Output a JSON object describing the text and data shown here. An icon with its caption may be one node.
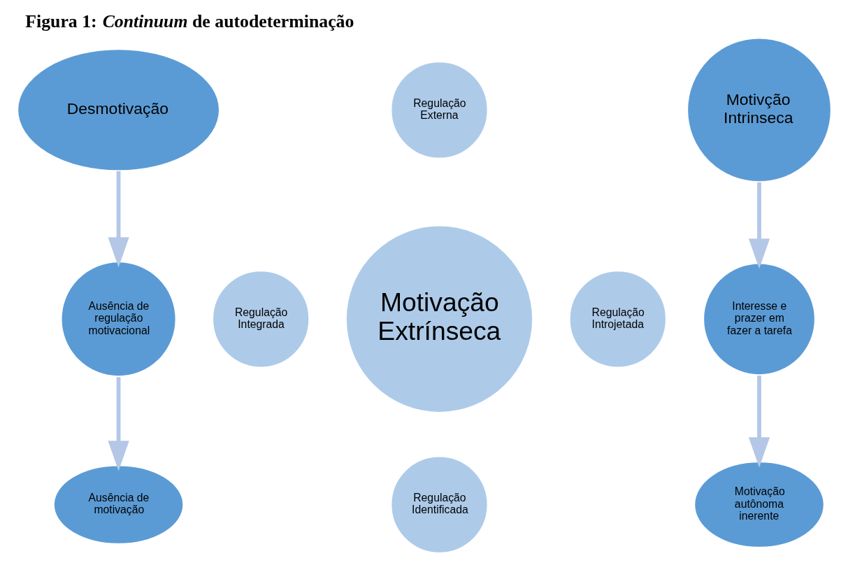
{
  "diagram": {
    "title": "Figura 1: *Continuum* de autodeterminação",
    "nodes": [
      {
        "text": [
          "Desmotivação"
        ]
      },
      {
        "text": [
          "Ausência de regulação motivacional"
        ]
      },
      {
        "text": [
          "Ausência de motivação"
        ]
      },
      {
        "text": [
          "Motivação Extrínseca"
        ]
      },
      {
        "text": [
          "Regulação Externa"
        ]
      },
      {
        "text": [
          "Regulação Integrada"
        ]
      },
      {
        "text": [
          "Regulação Introjetada"
        ]
      },
      {
        "text": [
          "Regulação Identificada"
        ]
      },
      {
        "text": [
          "Motivção Intrinseca"
        ]
      },
      {
        "text": [
          "Interesse e prazer em fazer a tarefa"
        ]
      },
      {
        "text": [
          "Motivação autônoma inerente"
        ]
      }
    ],
    "edges": [
      {
        "from": 0,
        "to": 1,
        "arrow": "to"
      },
      {
        "from": 1,
        "to": 2,
        "arrow": "to"
      },
      {
        "from": 8,
        "to": 9,
        "arrow": "to"
      },
      {
        "from": 9,
        "to": 10,
        "arrow": "to"
      }
    ]
  }
}
